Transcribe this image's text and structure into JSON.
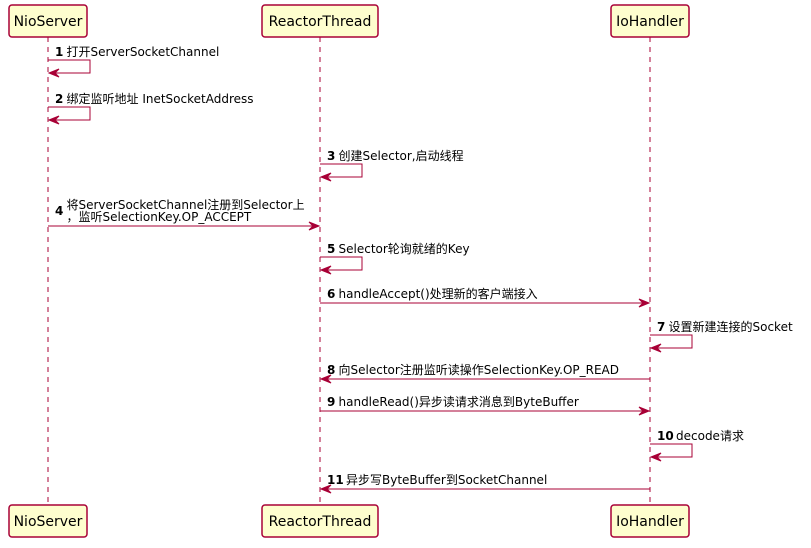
{
  "participants": [
    {
      "id": "nio",
      "name": "NioServer"
    },
    {
      "id": "reactor",
      "name": "ReactorThread"
    },
    {
      "id": "io",
      "name": "IoHandler"
    }
  ],
  "messages": [
    {
      "seq": "1",
      "from": "nio",
      "to": "nio",
      "lines": [
        "打开ServerSocketChannel"
      ]
    },
    {
      "seq": "2",
      "from": "nio",
      "to": "nio",
      "lines": [
        "绑定监听地址 InetSocketAddress"
      ]
    },
    {
      "seq": "3",
      "from": "reactor",
      "to": "reactor",
      "lines": [
        "创建Selector,启动线程"
      ]
    },
    {
      "seq": "4",
      "from": "nio",
      "to": "reactor",
      "lines": [
        "将ServerSocketChannel注册到Selector上",
        "，监听SelectionKey.OP_ACCEPT"
      ]
    },
    {
      "seq": "5",
      "from": "reactor",
      "to": "reactor",
      "lines": [
        "Selector轮询就绪的Key"
      ]
    },
    {
      "seq": "6",
      "from": "reactor",
      "to": "io",
      "lines": [
        "handleAccept()处理新的客户端接入"
      ]
    },
    {
      "seq": "7",
      "from": "io",
      "to": "io",
      "lines": [
        "设置新建连接的Socket"
      ]
    },
    {
      "seq": "8",
      "from": "io",
      "to": "reactor",
      "lines": [
        "向Selector注册监听读操作SelectionKey.OP_READ"
      ]
    },
    {
      "seq": "9",
      "from": "reactor",
      "to": "io",
      "lines": [
        "handleRead()异步读请求消息到ByteBuffer"
      ]
    },
    {
      "seq": "10",
      "from": "io",
      "to": "io",
      "lines": [
        "decode请求"
      ]
    },
    {
      "seq": "11",
      "from": "io",
      "to": "reactor",
      "lines": [
        "异步写ByteBuffer到SocketChannel"
      ]
    }
  ],
  "colors": {
    "participant_fill": "#FEFECE",
    "line": "#A80036",
    "text": "#000000"
  }
}
